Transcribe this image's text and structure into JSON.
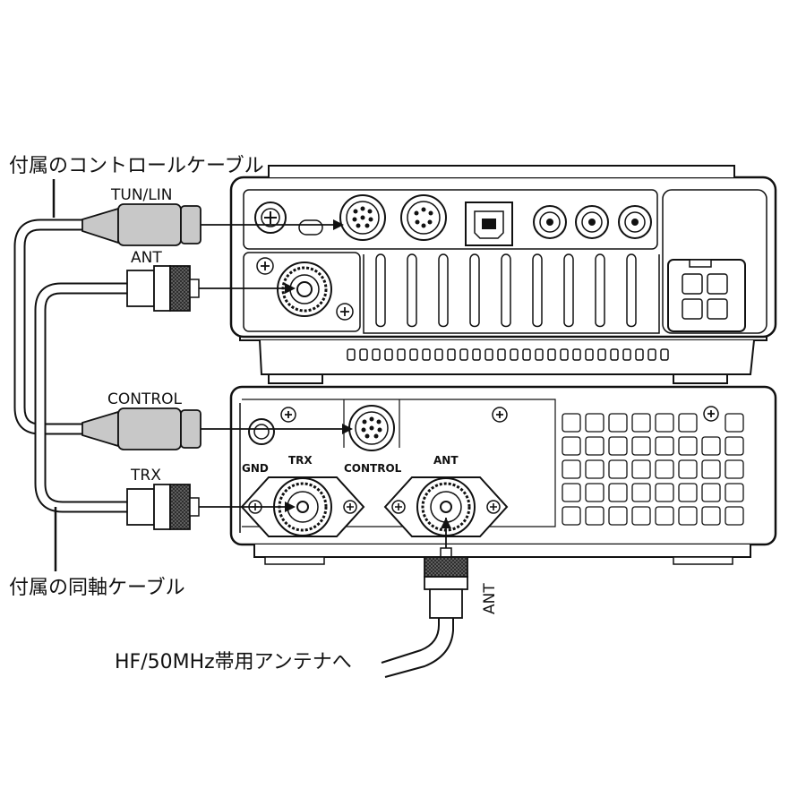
{
  "labels": {
    "control_cable": "付属のコントロールケーブル",
    "coax_cable": "付属の同軸ケーブル",
    "antenna_dest": "HF/50MHz帯用アンテナへ",
    "plug_tun_lin": "TUN/LIN",
    "plug_ant": "ANT",
    "plug_control": "CONTROL",
    "plug_trx": "TRX",
    "panel_gnd": "GND",
    "panel_trx": "TRX",
    "panel_control": "CONTROL",
    "panel_ant": "ANT",
    "antenna_plug": "ANT"
  },
  "colors": {
    "line": "#111111",
    "cable_gray": "#c8c8c8",
    "plug_dark": "#555555",
    "body_white": "#ffffff"
  }
}
